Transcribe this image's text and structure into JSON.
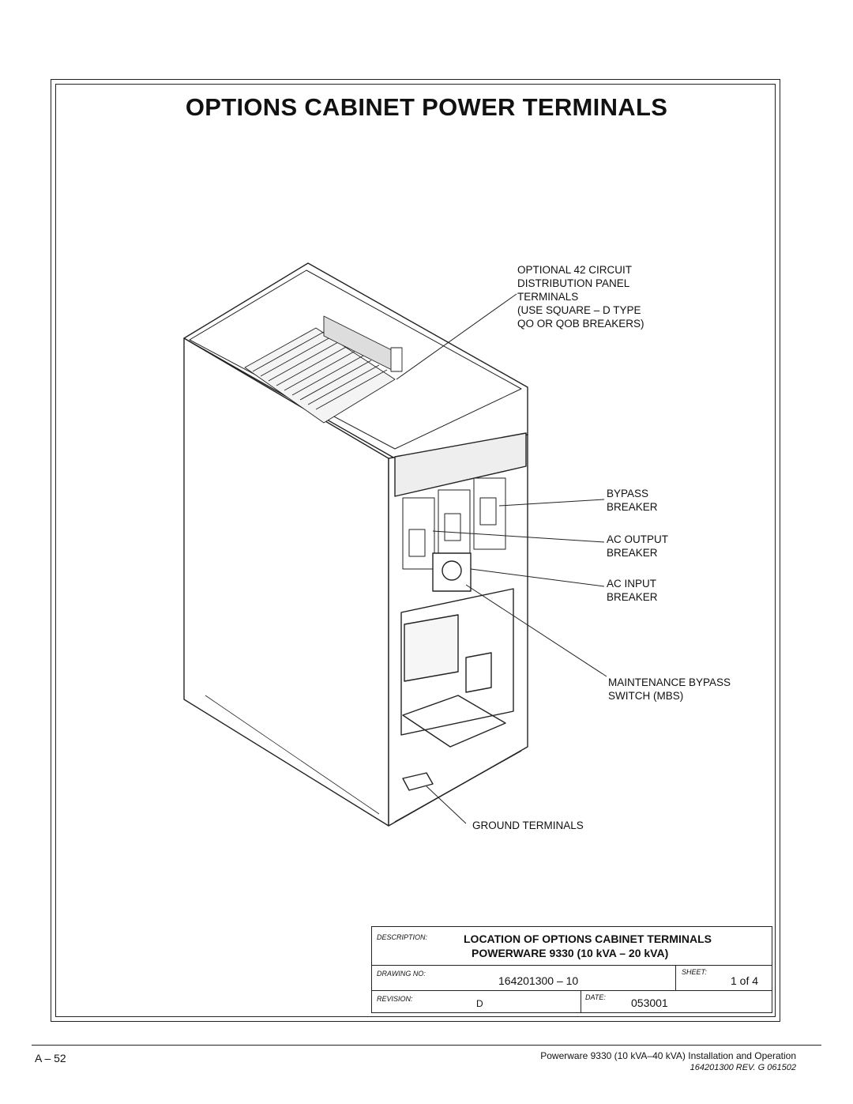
{
  "title": "OPTIONS CABINET POWER TERMINALS",
  "callouts": {
    "panel": "OPTIONAL 42 CIRCUIT\nDISTRIBUTION PANEL\nTERMINALS\n(USE SQUARE – D TYPE\nQO OR QOB BREAKERS)",
    "bypass": "BYPASS\nBREAKER",
    "ac_output": "AC OUTPUT\nBREAKER",
    "ac_input": "AC INPUT\nBREAKER",
    "mbs": "MAINTENANCE BYPASS\nSWITCH (MBS)",
    "ground": "GROUND TERMINALS"
  },
  "title_block": {
    "description_caption": "DESCRIPTION:",
    "description_line1": "LOCATION OF OPTIONS CABINET TERMINALS",
    "description_line2": "POWERWARE 9330 (10 kVA – 20 kVA)",
    "drawing_no_caption": "DRAWING NO:",
    "drawing_no": "164201300 – 10",
    "sheet_caption": "SHEET:",
    "sheet": "1 of 4",
    "revision_caption": "REVISION:",
    "revision": "D",
    "date_caption": "DATE:",
    "date": "053001"
  },
  "footer": {
    "page_number": "A – 52",
    "manual_title": "Powerware 9330 (10 kVA–40 kVA) Installation and Operation",
    "doc_ref": "164201300 REV. G  061502"
  }
}
